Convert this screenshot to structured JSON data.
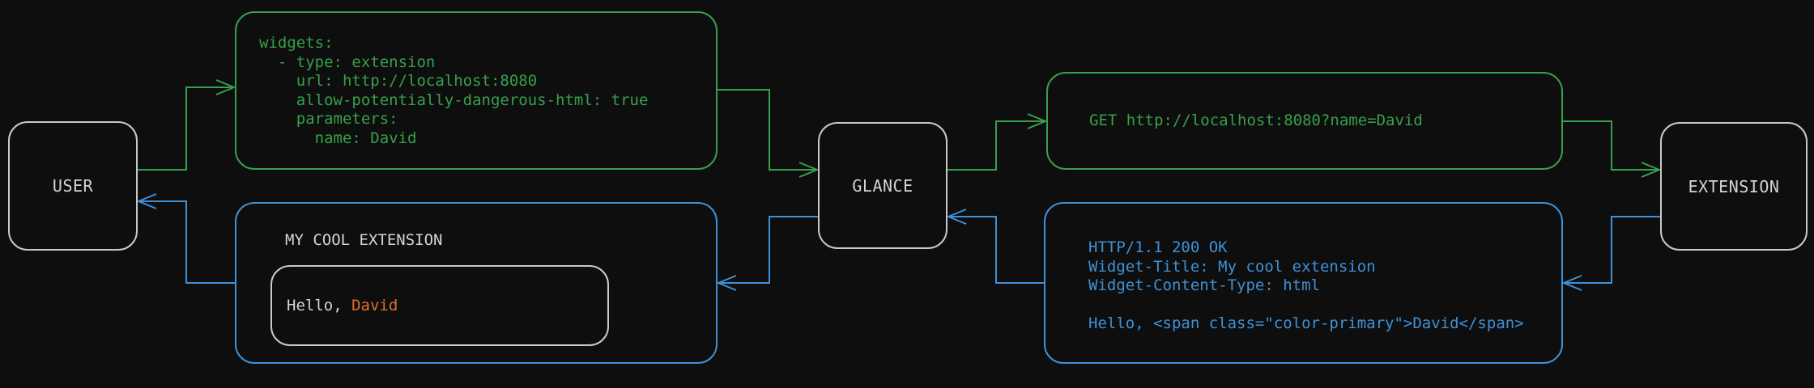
{
  "colors": {
    "background": "#0e0e0e",
    "flow_request_green": "#37a04a",
    "flow_response_blue": "#3f91d6",
    "accent_orange": "#e2712c",
    "node_border_gray": "#c9c9c9",
    "text_light_gray": "#d4d4d4"
  },
  "nodes": {
    "user": {
      "label": "USER"
    },
    "glance": {
      "label": "GLANCE"
    },
    "extension": {
      "label": "EXTENSION"
    }
  },
  "config_box": {
    "code": "widgets:\n  - type: extension\n    url: http://localhost:8080\n    allow-potentially-dangerous-html: true\n    parameters:\n      name: David"
  },
  "request_box": {
    "code": "GET http://localhost:8080?name=David"
  },
  "response_box": {
    "code": "HTTP/1.1 200 OK\nWidget-Title: My cool extension\nWidget-Content-Type: html\n\nHello, <span class=\"color-primary\">David</span>"
  },
  "widget_preview_box": {
    "title": "MY COOL EXTENSION",
    "greeting_prefix": "Hello, ",
    "greeting_name": "David"
  }
}
